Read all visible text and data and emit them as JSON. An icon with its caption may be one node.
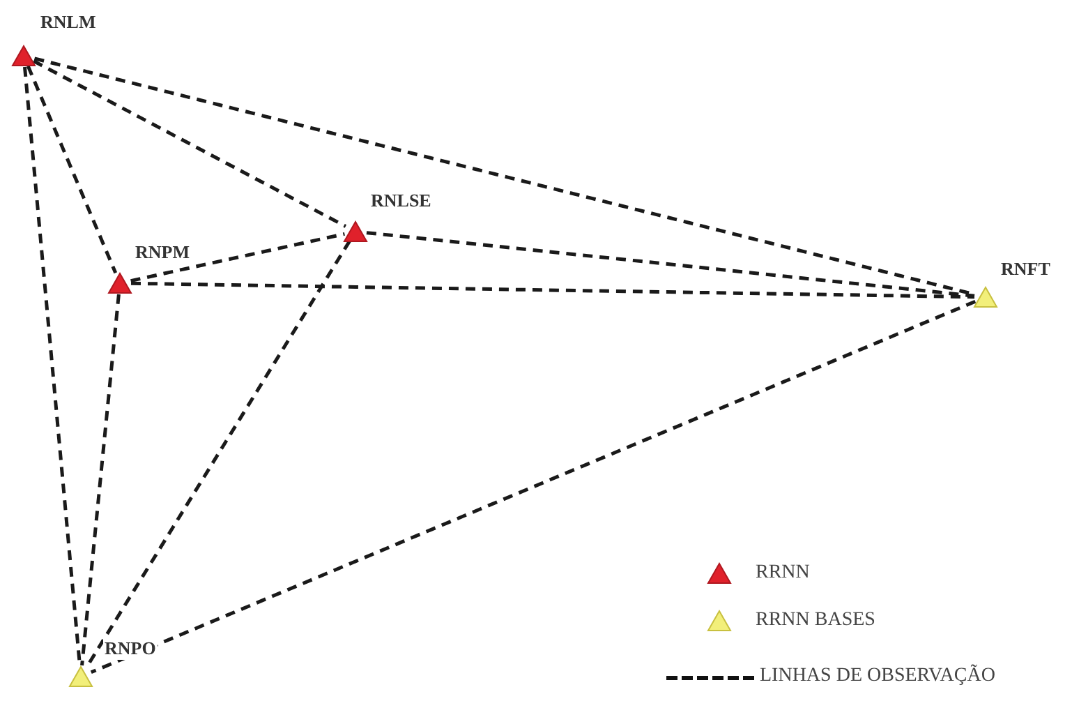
{
  "diagram": {
    "nodes": [
      {
        "text": [],
        "shape": "triangle",
        "beside": [
          "RNLM"
        ]
      },
      {
        "text": [],
        "shape": "triangle",
        "beside": [
          "RNLSE"
        ]
      },
      {
        "text": [],
        "shape": "triangle",
        "beside": [
          "RNPM"
        ]
      },
      {
        "text": [],
        "shape": "triangle",
        "beside": [
          "RNFT"
        ]
      },
      {
        "text": [],
        "shape": "triangle",
        "beside": [
          "RNPO"
        ]
      }
    ],
    "edges": [
      {
        "from": 0,
        "to": 3,
        "arrow": "none",
        "style": "dashed"
      },
      {
        "from": 0,
        "to": 1,
        "arrow": "none",
        "style": "dashed"
      },
      {
        "from": 0,
        "to": 2,
        "arrow": "none",
        "style": "dashed"
      },
      {
        "from": 0,
        "to": 4,
        "arrow": "none",
        "style": "dashed"
      },
      {
        "from": 2,
        "to": 1,
        "arrow": "none",
        "style": "dashed"
      },
      {
        "from": 2,
        "to": 3,
        "arrow": "none",
        "style": "dashed"
      },
      {
        "from": 1,
        "to": 3,
        "arrow": "none",
        "style": "dashed"
      },
      {
        "from": 1,
        "to": 4,
        "arrow": "none",
        "style": "dashed"
      },
      {
        "from": 2,
        "to": 4,
        "arrow": "none",
        "style": "dashed"
      },
      {
        "from": 3,
        "to": 4,
        "arrow": "none",
        "style": "dashed"
      }
    ],
    "legend": [
      {
        "text": "RRNN",
        "color": "#e0212b"
      },
      {
        "text": "RRNN BASES",
        "color": "#f2ef7a"
      },
      {
        "text": "LINHAS DE OBSERVAÇÃO"
      }
    ]
  }
}
